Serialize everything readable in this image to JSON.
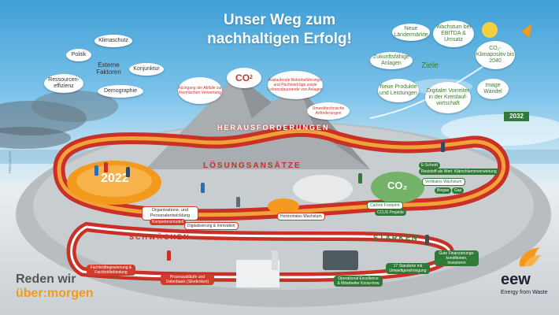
{
  "title": {
    "line1": "Unser Weg zum",
    "line2": "nachhaltigen Erfolg!"
  },
  "externe_faktoren": {
    "label": "Externe Faktoren",
    "items": [
      "Politik",
      "Klimaschutz",
      "Konjunktur",
      "Ressourcen-effizienz",
      "Demographie"
    ]
  },
  "herausforderungen": {
    "label": "HERAUSFORDERUNGEN",
    "co2": "CO",
    "co2_sub": "2",
    "items": [
      "Rückgang der Abfälle zur thermischen Verwertung",
      "Auslaufende Betriebsführungs- und Pachtverträge sowie Lebensdauerende von Anlagen",
      "Umwelttechnische Anforderungen"
    ]
  },
  "ziele": {
    "label": "Ziele",
    "year": "2032",
    "items": [
      "Neue Ländermärkte",
      "Wachstum bei EBITDA & Umsatz",
      "CO₂-Klimapositiv bis 2040",
      "Zukunftsfähige Anlagen",
      "Neue Produkte und Leistungen",
      "Digitaler Vorreiter in der Kreislauf-wirtschaft",
      "Image Wandel"
    ]
  },
  "loesungsansaetze": {
    "label": "LÖSUNGSANSÄTZE",
    "start_year": "2022",
    "items": [
      "Organisations- und Personalentwicklung",
      "Digitalisierung & Innovation",
      "Horizontales Wachstum",
      "Carbon Footprint",
      "Vertikales Wachstum"
    ],
    "sub_left": "Kompetenzmodell",
    "carbon_sub": "CCUS Projekte",
    "vertikal_subs": [
      "E-Schrott",
      "Reststoff als Wertstoff",
      "Klärschlammverwertung",
      "Biogas",
      "Gas"
    ],
    "co2_tag": "CO₂"
  },
  "schwaechen": {
    "label": "SCHWÄCHEN",
    "items": [
      "Fachkräftegewinnung & Fachkräftebindung",
      "Prozessabläufe und Datenbasis (Silodenken)"
    ]
  },
  "staerken": {
    "label": "STÄRKEN",
    "items": [
      "Operational Excellence & Mitarbeiter Know-how",
      "17 Standorte mit Umweltgenehmigung",
      "Gute Finanzierungs-konditionen, Investoren"
    ]
  },
  "slogan": {
    "line1": "Reden wir",
    "line2a": "über",
    "line2b": "morgen"
  },
  "brand": {
    "name": "eew",
    "tagline": "Energy from Waste"
  },
  "credit": "PREIS-BILDER",
  "colors": {
    "red": "#d23a2a",
    "orange": "#f39a1e",
    "green": "#2f7a36",
    "sky": "#3f9fd6"
  }
}
